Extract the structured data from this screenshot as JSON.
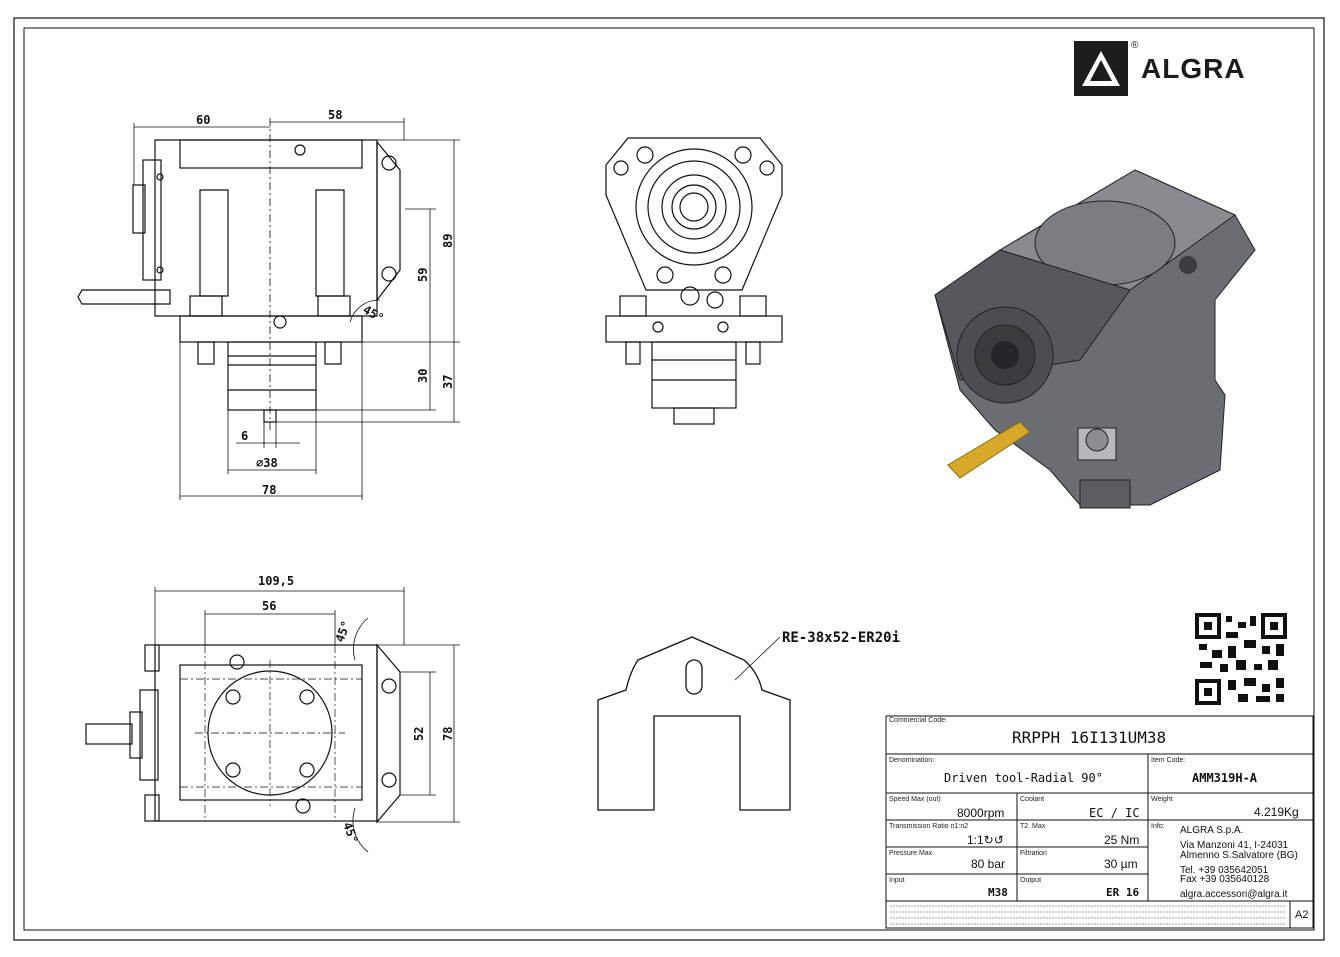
{
  "brand": {
    "name": "ALGRA",
    "registered": "®"
  },
  "dimensions": {
    "side_view": {
      "d60": "60",
      "d58": "58",
      "d89": "89",
      "d59": "59",
      "d45": "45°",
      "d30": "30",
      "d37": "37",
      "d6": "6",
      "d38": "∅38",
      "d78": "78"
    },
    "top_view": {
      "d109": "109,5",
      "d56": "56",
      "d52": "52",
      "d78": "78",
      "d45a": "45°",
      "d45b": "45°"
    }
  },
  "adapter_label": "RE-38x52-ER20i",
  "title_block": {
    "commercial_code": {
      "label": "Commercial Code:",
      "value": "RRPPH 16I131UM38"
    },
    "denomination": {
      "label": "Denomination:",
      "value": "Driven tool-Radial 90°"
    },
    "item_code": {
      "label": "Item Code:",
      "value": "AMM319H-A"
    },
    "speed_max": {
      "label": "Speed Max (out)",
      "value": "8000rpm"
    },
    "coolant": {
      "label": "Coolant",
      "value": "EC / IC"
    },
    "weight": {
      "label": "Weight",
      "value": "4.219Kg"
    },
    "transmission_ratio": {
      "label": "Transmission Ratio n1:n2",
      "value": "1:1↻↺"
    },
    "torque_max": {
      "label": "T2. Max",
      "value": "25 Nm"
    },
    "info": {
      "label": "Info:",
      "company": "ALGRA S.p.A.",
      "address1": "Via Manzoni 41, I-24031",
      "address2": "Almenno S.Salvatore (BG)",
      "tel": "Tel. +39 035642051",
      "fax": "Fax +39 035640128",
      "email": "algra.accessori@algra.it"
    },
    "pressure_max": {
      "label": "Pressure Max",
      "value": "80 bar"
    },
    "filtration": {
      "label": "Filtration",
      "value": "30 µm"
    },
    "input": {
      "label": "Input",
      "value": "M38"
    },
    "output": {
      "label": "Output",
      "value": "ER 16"
    },
    "sheet_size": "A2"
  }
}
